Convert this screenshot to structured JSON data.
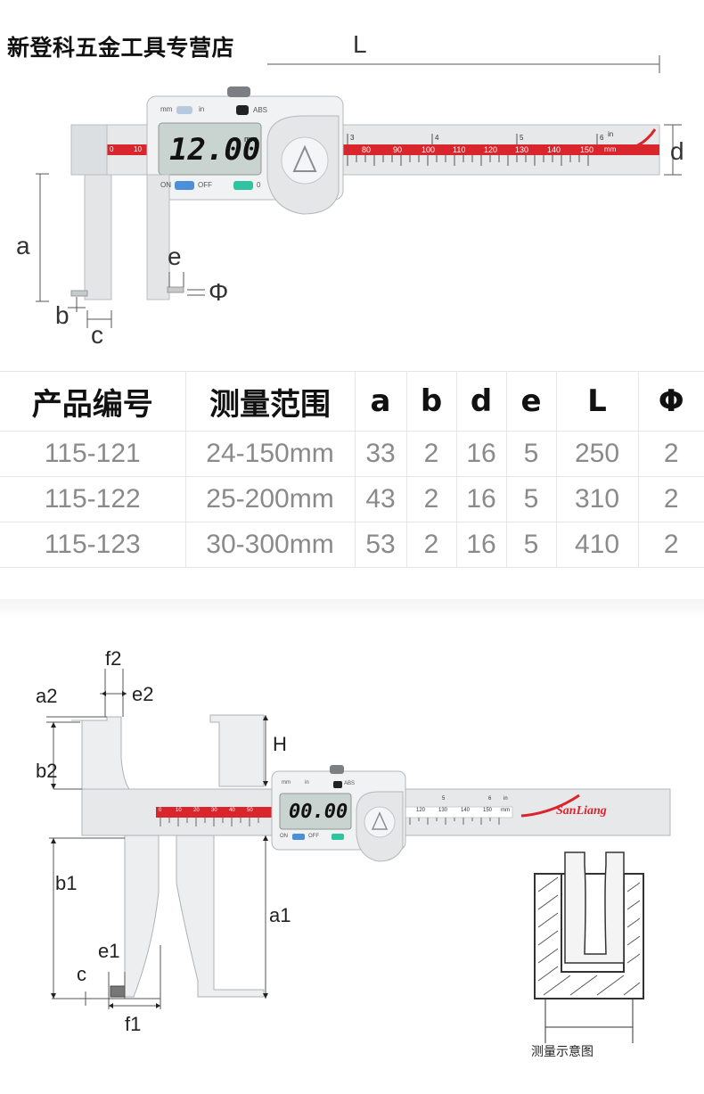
{
  "store_name": "新登科五金工具专营店",
  "top_diagram": {
    "labels": {
      "L": "L",
      "a": "a",
      "b": "b",
      "c": "c",
      "d": "d",
      "e": "e",
      "phi": "Φ"
    },
    "display": {
      "reading": "12.00",
      "unit": "mm",
      "mm": "mm",
      "in": "in",
      "abs": "ABS",
      "on": "ON",
      "off": "OFF",
      "zero": "0"
    },
    "scale_mm": [
      "0",
      "10",
      "80",
      "90",
      "100",
      "110",
      "120",
      "130",
      "140",
      "150",
      "mm"
    ],
    "scale_in": [
      "3",
      "4",
      "5",
      "6",
      "in"
    ]
  },
  "spec_table": {
    "headers": [
      "产品编号",
      "测量范围",
      "a",
      "b",
      "d",
      "e",
      "L",
      "Φ"
    ],
    "rows": [
      [
        "115-121",
        "24-150mm",
        "33",
        "2",
        "16",
        "5",
        "250",
        "2"
      ],
      [
        "115-122",
        "25-200mm",
        "43",
        "2",
        "16",
        "5",
        "310",
        "2"
      ],
      [
        "115-123",
        "30-300mm",
        "53",
        "2",
        "16",
        "5",
        "410",
        "2"
      ]
    ]
  },
  "bottom_diagram": {
    "labels": {
      "f2": "f2",
      "a2": "a2",
      "e2": "e2",
      "H": "H",
      "b2": "b2",
      "b1": "b1",
      "a1": "a1",
      "e1": "e1",
      "c": "c",
      "f1": "f1"
    },
    "display": {
      "reading": "00.00",
      "mm": "mm",
      "in": "in",
      "abs": "ABS",
      "on": "ON",
      "off": "OFF"
    },
    "scale_mm": [
      "0",
      "10",
      "20",
      "30",
      "40",
      "50",
      "120",
      "130",
      "140",
      "150",
      "mm"
    ],
    "scale_in": [
      "5",
      "6",
      "in"
    ],
    "brand": "SanLiang",
    "caption": "测量示意图"
  },
  "colors": {
    "accent_red": "#d9262c",
    "steel": "#e4e6e8",
    "lcd": "#c9d3cf",
    "on_button": "#4a8fd8",
    "zero_button": "#2ec4a0"
  }
}
